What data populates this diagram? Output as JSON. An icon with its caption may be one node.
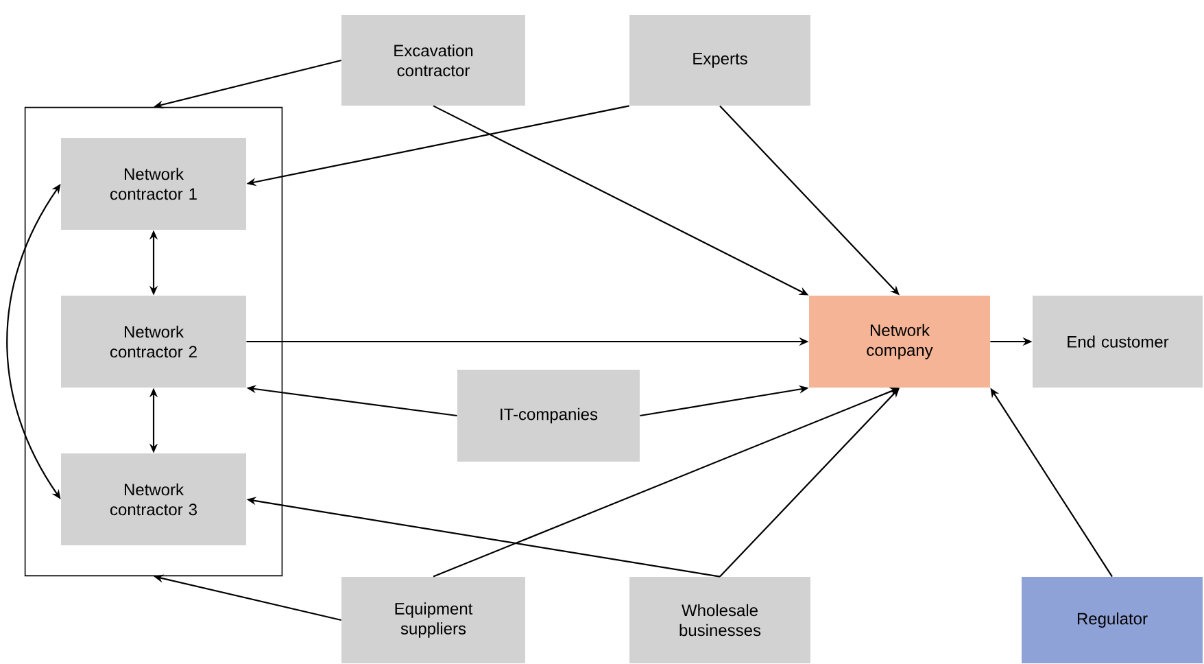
{
  "diagram": {
    "nodes": [
      {
        "text": [],
        "shape": "box"
      },
      {
        "text": [
          "Network contractor 1"
        ],
        "in": 0
      },
      {
        "text": [
          "Network contractor 2"
        ],
        "in": 0
      },
      {
        "text": [
          "Network contractor 3"
        ],
        "in": 0
      },
      {
        "text": [
          "Excavation contractor"
        ]
      },
      {
        "text": [
          "Experts"
        ]
      },
      {
        "text": [
          "Network company"
        ]
      },
      {
        "text": [
          "End customer"
        ]
      },
      {
        "text": [
          "IT-companies"
        ]
      },
      {
        "text": [
          "Equipment suppliers"
        ]
      },
      {
        "text": [
          "Wholesale businesses"
        ]
      },
      {
        "text": [
          "Regulator"
        ]
      }
    ],
    "edges": [
      {
        "from": 4,
        "to": 0,
        "arrow": "to"
      },
      {
        "from": 4,
        "to": 6,
        "arrow": "to"
      },
      {
        "from": 5,
        "to": 1,
        "arrow": "to"
      },
      {
        "from": 5,
        "to": 6,
        "arrow": "to"
      },
      {
        "from": 1,
        "to": 2,
        "arrow": "both"
      },
      {
        "from": 2,
        "to": 3,
        "arrow": "both"
      },
      {
        "from": 1,
        "to": 3,
        "arrow": "both"
      },
      {
        "from": 2,
        "to": 6,
        "arrow": "to"
      },
      {
        "from": 8,
        "to": 2,
        "arrow": "to"
      },
      {
        "from": 8,
        "to": 6,
        "arrow": "to"
      },
      {
        "from": 9,
        "to": 0,
        "arrow": "to"
      },
      {
        "from": 9,
        "to": 6,
        "arrow": "to"
      },
      {
        "from": 10,
        "to": 3,
        "arrow": "to"
      },
      {
        "from": 10,
        "to": 6,
        "arrow": "to"
      },
      {
        "from": 6,
        "to": 7,
        "arrow": "to"
      },
      {
        "from": 11,
        "to": 6,
        "arrow": "to"
      }
    ]
  }
}
